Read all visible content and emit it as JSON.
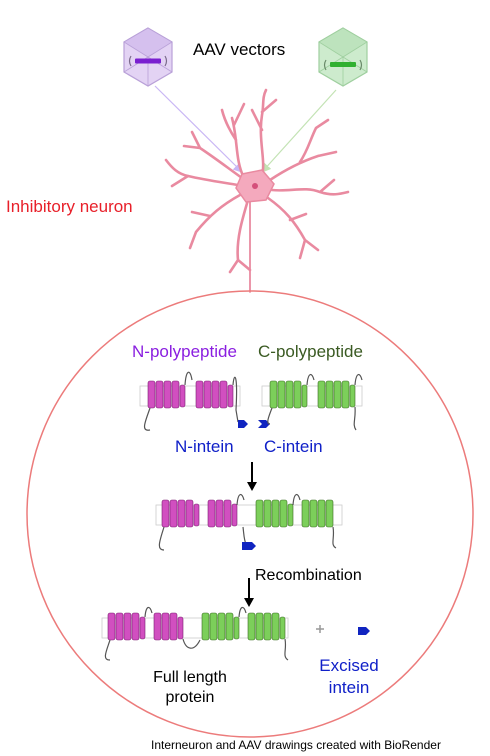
{
  "labels": {
    "aav_vectors": "AAV vectors",
    "inhibitory_neuron": "Inhibitory neuron",
    "n_polypeptide": "N-polypeptide",
    "c_polypeptide": "C-polypeptide",
    "n_intein": "N-intein",
    "c_intein": "C-intein",
    "recombination": "Recombination",
    "full_length_protein": "Full length protein",
    "excised_intein": "Excised intein",
    "credit": "Interneuron and AAV drawings created with BioRender"
  },
  "colors": {
    "neuron": "#e98aa0",
    "neuron_soma": "#f4a9bd",
    "circle": "#ec7b7b",
    "n_part": "#d14fc0",
    "c_part": "#7ccf5a",
    "intein": "#1024c0",
    "virus_purple": "#d9c4ef",
    "virus_green": "#bfe6c0",
    "arrow_purple": "#c9b6f5",
    "arrow_green": "#c3e3b4",
    "label_red": "#e8202a",
    "label_purple": "#8a1ee0",
    "label_green": "#3a5a22",
    "label_blue": "#1020c8"
  },
  "icons": {
    "virus_left": "aav-capsid-purple-icon",
    "virus_right": "aav-capsid-green-icon",
    "neuron": "interneuron-icon",
    "arrow": "down-arrow-icon"
  }
}
